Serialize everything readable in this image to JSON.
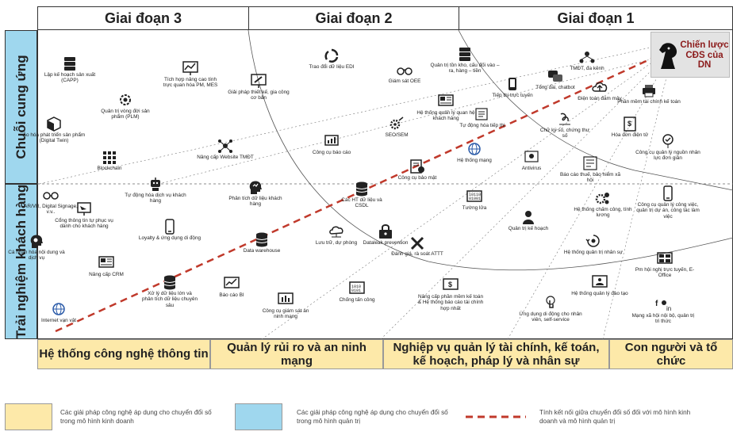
{
  "phases": [
    "Giai đoạn 3",
    "Giai đoạn 2",
    "Giai đoạn 1"
  ],
  "rows": [
    "Chuỗi cung ứng",
    "Trải nghiệm khách hàng"
  ],
  "strategy_label": "Chiến lược CĐS của DN",
  "categories": [
    "Hệ thống công nghệ thông tin",
    "Quản lý rủi ro và an ninh mạng",
    "Nghiệp vụ quản lý tài chính, kế toán, kế hoạch, pháp lý và nhân sự",
    "Con người và tổ chức"
  ],
  "items": [
    {
      "label": "Lập kế hoạch sản xuất (CAPP)",
      "icon": "server-stack-icon"
    },
    {
      "label": "Tích hợp nâng cao tính trực quan hóa PM, MES",
      "icon": "monitor-chart-icon"
    },
    {
      "label": "Quản trị vòng đời sản phẩm (PLM)",
      "icon": "gear-network-icon"
    },
    {
      "label": "Ảo hóa phát triển sản phẩm (Digital Twin)",
      "icon": "cube-icon"
    },
    {
      "label": "Blockchain",
      "icon": "blockchain-icon"
    },
    {
      "label": "AR/VR, Digital Signage, v.v..",
      "icon": "vr-glasses-icon"
    },
    {
      "label": "Cổng thông tin tự phục vụ dành cho khách hàng",
      "icon": "portal-icon"
    },
    {
      "label": "Tự động hóa dịch vụ khách hàng",
      "icon": "robot-icon"
    },
    {
      "label": "Loyalty & ứng dụng di động",
      "icon": "mobile-icon"
    },
    {
      "label": "Cá nhân hóa nội dung và dịch vụ",
      "icon": "head-gear-icon"
    },
    {
      "label": "Nâng cấp CRM",
      "icon": "crm-icon"
    },
    {
      "label": "Xử lý dữ liệu lớn và phân tích dữ liệu chuyên sâu",
      "icon": "database-icon"
    },
    {
      "label": "Internet vạn vật",
      "icon": "globe-network-icon"
    },
    {
      "label": "Giải pháp thiết kế, gia công cơ bản",
      "icon": "design-monitor-icon"
    },
    {
      "label": "Trao đổi dữ liệu EDI",
      "icon": "edi-cycle-icon"
    },
    {
      "label": "Giám sát OEE",
      "icon": "glasses-icon"
    },
    {
      "label": "Công cụ báo cáo",
      "icon": "report-tool-icon"
    },
    {
      "label": "SEO/SEM",
      "icon": "seo-gear-icon"
    },
    {
      "label": "Nâng cấp Website TMĐT",
      "icon": "network-icon"
    },
    {
      "label": "Phân tích dữ liệu khách hàng",
      "icon": "head-analytics-icon"
    },
    {
      "label": "Các HT dữ liệu và CSDL",
      "icon": "database-icon"
    },
    {
      "label": "Data warehouse",
      "icon": "database-icon"
    },
    {
      "label": "Lưu trữ, dự phòng",
      "icon": "cloud-network-icon"
    },
    {
      "label": "Dataleak prevention",
      "icon": "lock-icon"
    },
    {
      "label": "Báo cáo BI",
      "icon": "bi-chart-icon"
    },
    {
      "label": "Công cụ giám sát an ninh mạng",
      "icon": "monitor-security-icon"
    },
    {
      "label": "Chống tấn công",
      "icon": "binary-shield-icon"
    },
    {
      "label": "Quản trị tồn kho, cấu đối vào – ra, hàng – tiền",
      "icon": "server-stack-icon"
    },
    {
      "label": "TMĐT, đa kênh",
      "icon": "people-network-icon"
    },
    {
      "label": "Chiến lược CĐS của DN",
      "icon": "chess-knight-icon"
    },
    {
      "label": "Hệ thống quản lý quan hệ khách hàng",
      "icon": "crm-icon"
    },
    {
      "label": "Tiếp thị trực tuyến",
      "icon": "marketing-icon"
    },
    {
      "label": "Tổng đài, chatbot",
      "icon": "chat-icon"
    },
    {
      "label": "Điện toán đám mây",
      "icon": "cloud-upload-icon"
    },
    {
      "label": "Phần mềm tài chính kế toán",
      "icon": "printer-icon"
    },
    {
      "label": "Tự động hóa tiếp thị",
      "icon": "automation-icon"
    },
    {
      "label": "Chữ ký số, chứng thư số",
      "icon": "signature-icon"
    },
    {
      "label": "Hóa đơn điện tử",
      "icon": "invoice-icon"
    },
    {
      "label": "Hệ thống mạng",
      "icon": "globe-network-icon"
    },
    {
      "label": "Antivirus",
      "icon": "antivirus-icon"
    },
    {
      "label": "Công cụ quản lý nguồn nhân lực đơn giản",
      "icon": "hr-tool-icon"
    },
    {
      "label": "Công cụ bảo mật",
      "icon": "security-doc-icon"
    },
    {
      "label": "Báo cáo thuế, bảo hiểm xã hội",
      "icon": "tax-report-icon"
    },
    {
      "label": "Tường lửa",
      "icon": "firewall-icon"
    },
    {
      "label": "Hệ thống chấm công, tính lương",
      "icon": "people-gear-icon"
    },
    {
      "label": "Công cụ quản lý công việc, quản trị dự án, công tác làm việc",
      "icon": "mobile-icon"
    },
    {
      "label": "Quản trị kế hoạch",
      "icon": "person-plan-icon"
    },
    {
      "label": "Hệ thống quản trị nhân sự",
      "icon": "hr-cycle-icon"
    },
    {
      "label": "Đánh giá, rà soát ATTT",
      "icon": "tools-icon"
    },
    {
      "label": "Pm hội nghị trực tuyến, E-Office",
      "icon": "meeting-icon"
    },
    {
      "label": "Nâng cấp phần mềm kế toán & Hệ thống báo cáo tài chính hợp nhất",
      "icon": "finance-monitor-icon"
    },
    {
      "label": "Hệ thống quản lý đào tạo",
      "icon": "training-icon"
    },
    {
      "label": "Ứng dụng di động cho nhân viên, self-service",
      "icon": "touch-icon"
    },
    {
      "label": "Mạng xã hội nội bộ, quản trị tri thức",
      "icon": "social-icon"
    }
  ],
  "legend": [
    {
      "text": "Các giải pháp công nghệ áp dụng cho chuyển đổi số trong mô hình kinh doanh",
      "color": "#fde9a9"
    },
    {
      "text": "Các giải pháp công nghệ áp dụng cho chuyển đổi số trong mô hình quản trị",
      "color": "#9fd7ee"
    },
    {
      "text": "Tính kết nối giữa chuyển đổi số đối với mô hình kinh doanh và mô hình quản trị",
      "color": "#c0392b"
    }
  ]
}
